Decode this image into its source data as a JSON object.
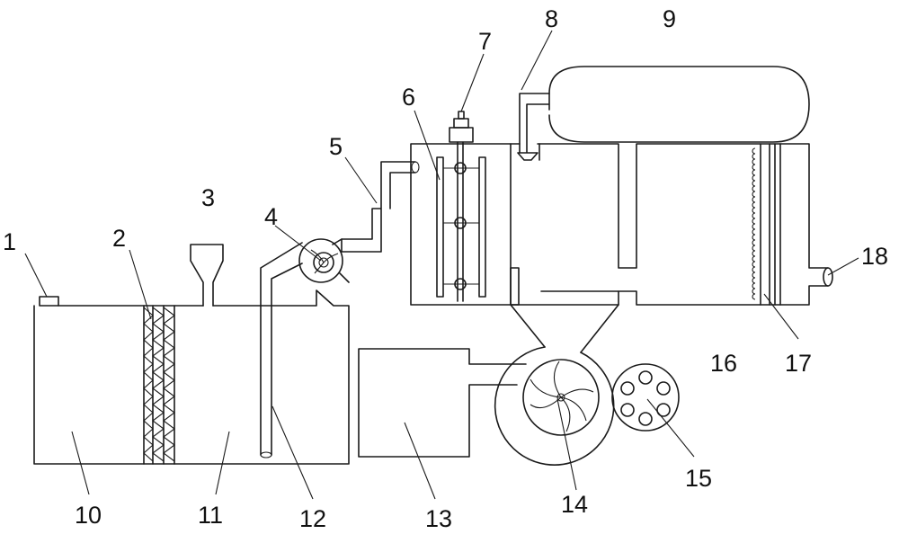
{
  "labels": {
    "l1": "1",
    "l2": "2",
    "l3": "3",
    "l4": "4",
    "l5": "5",
    "l6": "6",
    "l7": "7",
    "l8": "8",
    "l9": "9",
    "l10": "10",
    "l11": "11",
    "l12": "12",
    "l13": "13",
    "l14": "14",
    "l15": "15",
    "l16": "16",
    "l17": "17",
    "l18": "18"
  },
  "colors": {
    "stroke": "#1a1a1a",
    "background": "#ffffff"
  }
}
